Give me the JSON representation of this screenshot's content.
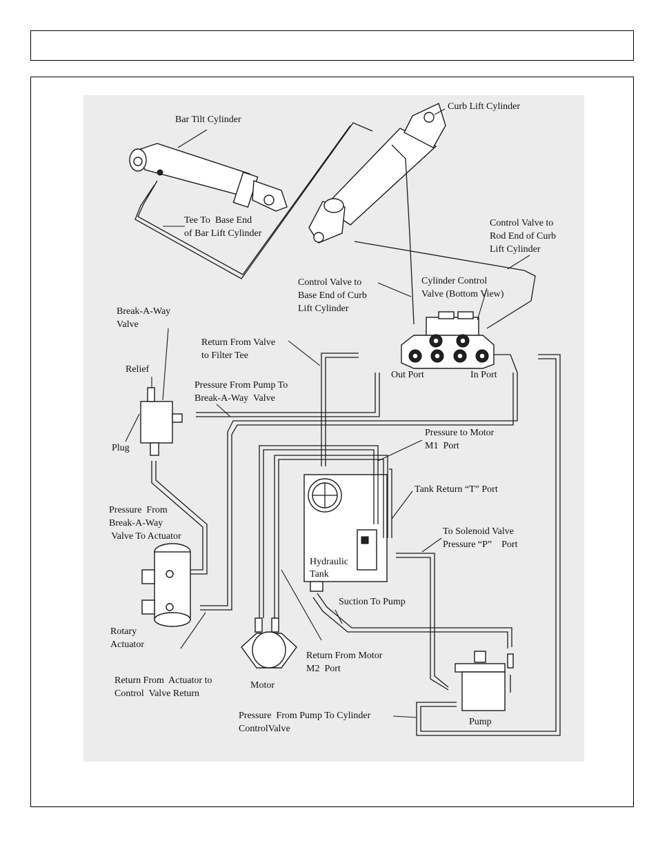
{
  "header": {
    "title": ""
  },
  "labels": {
    "bar_tilt_cylinder": "Bar Tilt Cylinder",
    "curb_lift_cylinder": "Curb Lift Cylinder",
    "tee_to_base_end": "Tee To  Base End\nof Bar Lift Cylinder",
    "control_valve_rod_end": "Control Valve to\nRod End of Curb\nLift Cylinder",
    "control_valve_base_end": "Control Valve to\nBase End of Curb\nLift Cylinder",
    "cylinder_control_valve": "Cylinder Control\nValve (Bottom View)",
    "break_a_way_valve": "Break-A-Way\nValve",
    "return_from_valve": "Return From Valve\nto Filter Tee",
    "relief": "Relief",
    "out_port": "Out Port",
    "in_port": "In Port",
    "pressure_from_pump_break": "Pressure From Pump To\nBreak-A-Way  Valve",
    "plug": "Plug",
    "pressure_to_motor": "Pressure to Motor\nM1  Port",
    "tank_return": "Tank Return “T” Port",
    "pressure_break_actuator": "Pressure  From\nBreak-A-Way\n Valve To Actuator",
    "to_solenoid_valve": "To Solenoid Valve\nPressure “P”    Port",
    "hydraulic": "Hydraulic",
    "tank": "Tank",
    "suction_to_pump": "Suction To Pump",
    "rotary_actuator": "Rotary\nActuator",
    "return_from_motor": "Return From Motor\nM2  Port",
    "return_from_actuator": "Return From  Actuator to\nControl  Valve Return",
    "motor": "Motor",
    "pressure_pump_cylinder": "Pressure  From Pump To Cylinder\nControlValve",
    "pump": "Pump"
  }
}
